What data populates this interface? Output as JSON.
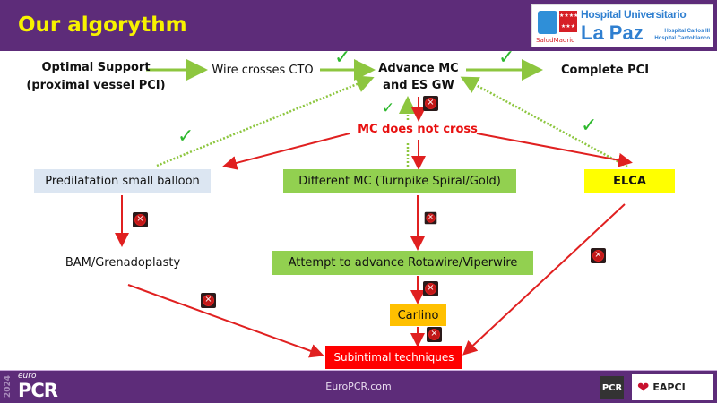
{
  "header": {
    "title": "Our algorythm",
    "logo": {
      "brand": "SaludMadrid",
      "line1": "Hospital Universitario",
      "line2": "La Paz",
      "sub1": "Hospital Carlos III",
      "sub2": "Hospital Cantoblanco"
    }
  },
  "flow": {
    "optimal_support": "Optimal Support",
    "proximal": "(proximal vessel PCI)",
    "wire_crosses": "Wire crosses CTO",
    "advance_mc": "Advance MC",
    "es_gw": "and ES GW",
    "complete_pci": "Complete PCI",
    "mc_not_cross": "MC does not cross",
    "predilatation": "Predilatation small balloon",
    "different_mc": "Different MC (Turnpike Spiral/Gold)",
    "elca": "ELCA",
    "bam": "BAM/Grenadoplasty",
    "rotawire": "Attempt to advance Rotawire/Viperwire",
    "carlino": "Carlino",
    "subintimal": "Subintimal techniques"
  },
  "colors": {
    "purple": "#5d2c79",
    "title": "#f7f200",
    "success": "#8dc63f",
    "fail": "#e02020",
    "blue_box": "#dce6f2",
    "green_box": "#92d050",
    "yellow_box": "#ffff00",
    "orange_box": "#ffc000",
    "red_box": "#ff0000"
  },
  "icons": {
    "success": "check-circle-icon",
    "fail": "x-circle-icon"
  },
  "footer": {
    "year": "2024",
    "euro": "euro",
    "pcr": "PCR",
    "site": "EuroPCR.com",
    "pcr_logo": "PCR",
    "eapci": "EAPCI"
  }
}
